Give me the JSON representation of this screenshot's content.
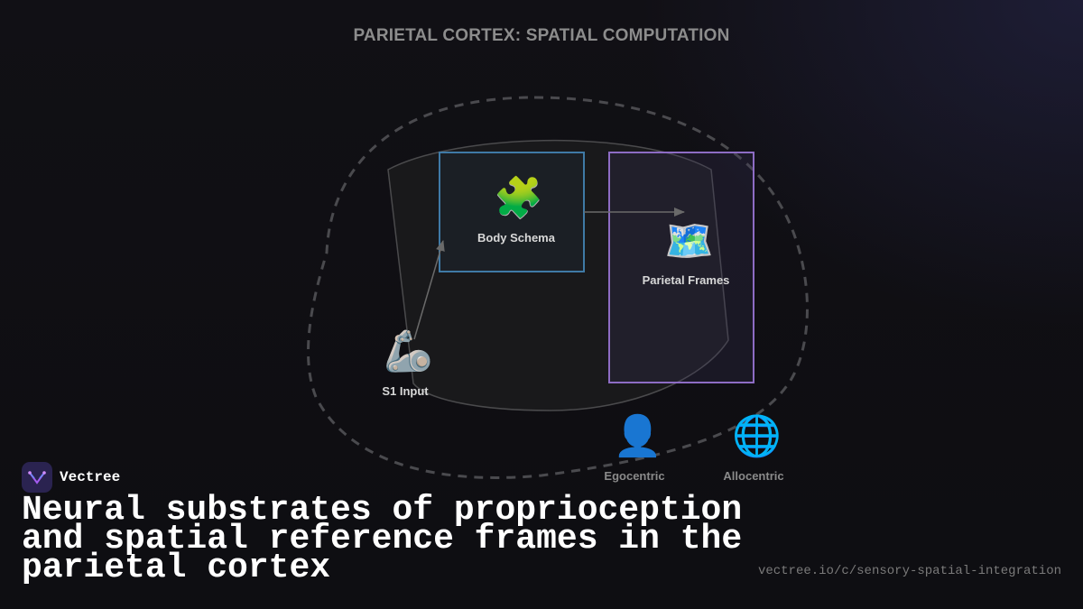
{
  "diagram": {
    "title": "PARIETAL CORTEX: SPATIAL COMPUTATION",
    "nodes": {
      "body_schema": {
        "label": "Body Schema",
        "icon": "puzzle-piece-icon",
        "glyph": "🧩"
      },
      "parietal_frames": {
        "label": "Parietal Frames",
        "icon": "world-map-icon",
        "glyph": "🗺️"
      },
      "s1_input": {
        "label": "S1 Input",
        "icon": "mechanical-arm-icon",
        "glyph": "🦾"
      },
      "egocentric": {
        "label": "Egocentric",
        "icon": "person-silhouette-icon",
        "glyph": "👤"
      },
      "allocentric": {
        "label": "Allocentric",
        "icon": "globe-icon",
        "glyph": "🌐"
      }
    },
    "colors": {
      "body_schema_border": "#3f7aa6",
      "parietal_frames_border": "#8d6cc4",
      "outline": "#444448",
      "arrow": "#6a6a6a"
    }
  },
  "brand": {
    "name": "Vectree"
  },
  "headline": "Neural substrates of proprioception and spatial reference frames in the parietal cortex",
  "url": "vectree.io/c/sensory-spatial-integration"
}
